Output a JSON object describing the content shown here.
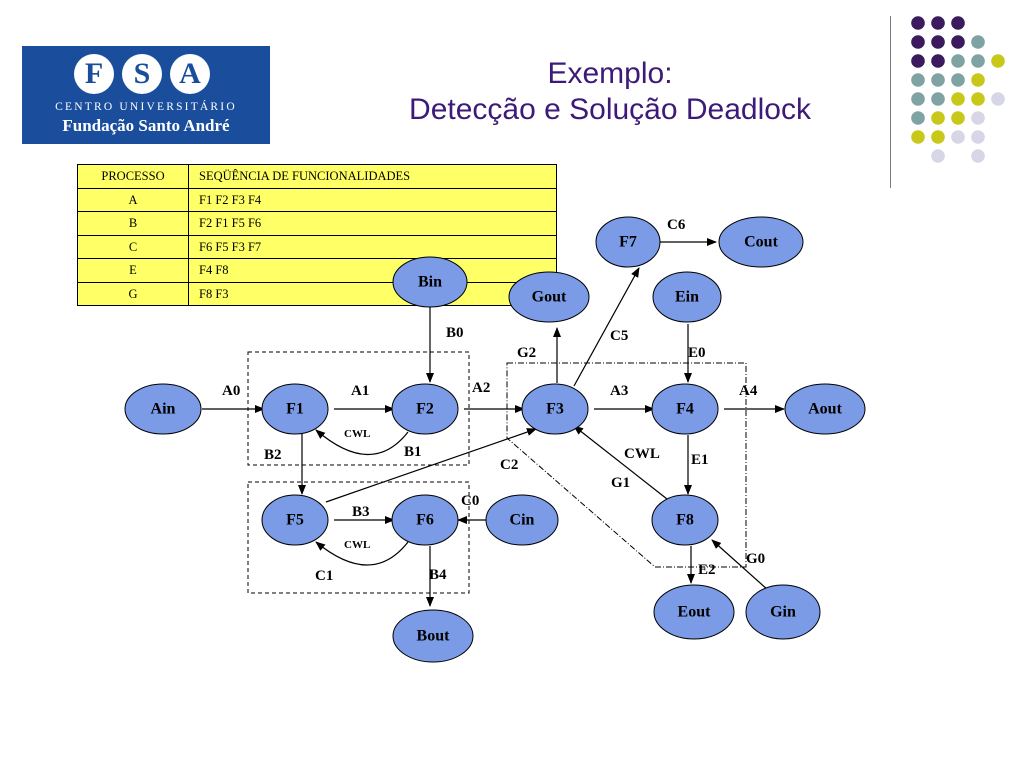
{
  "logo": {
    "letters": [
      "F",
      "S",
      "A"
    ],
    "line1": "CENTRO UNIVERSITÁRIO",
    "line2": "Fundação Santo André"
  },
  "title": {
    "line1": "Exemplo:",
    "line2": "Detecção e Solução Deadlock"
  },
  "table": {
    "headers": [
      "PROCESSO",
      "SEQÜÊNCIA DE FUNCIONALIDADES"
    ],
    "rows": [
      {
        "processo": "A",
        "sequencia": "F1   F2   F3   F4"
      },
      {
        "processo": "B",
        "sequencia": "F2   F1   F5   F6"
      },
      {
        "processo": "C",
        "sequencia": "F6   F5   F3   F7"
      },
      {
        "processo": "E",
        "sequencia": "F4   F8"
      },
      {
        "processo": "G",
        "sequencia": "F8   F3"
      }
    ]
  },
  "nodes": {
    "ain": "Ain",
    "f1": "F1",
    "f2": "F2",
    "f3": "F3",
    "f4": "F4",
    "aout": "Aout",
    "bin": "Bin",
    "gout": "Gout",
    "f7": "F7",
    "cout": "Cout",
    "ein": "Ein",
    "f5": "F5",
    "f6": "F6",
    "cin": "Cin",
    "f8": "F8",
    "bout": "Bout",
    "eout": "Eout",
    "gin": "Gin"
  },
  "edge_labels": {
    "a0": "A0",
    "a1": "A1",
    "a2": "A2",
    "a3": "A3",
    "a4": "A4",
    "b0": "B0",
    "b1": "B1",
    "b2": "B2",
    "b3": "B3",
    "b4": "B4",
    "c0": "C0",
    "c1": "C1",
    "c2": "C2",
    "c5": "C5",
    "c6": "C6",
    "e0": "E0",
    "e1": "E1",
    "e2": "E2",
    "g0": "G0",
    "g1": "G1",
    "g2": "G2",
    "cwl_f1f2": "CWL",
    "cwl_f5f6": "CWL",
    "cwl_f3f8": "CWL"
  },
  "colors": {
    "node_fill": "#7b9be6",
    "table_fill": "#ffff66",
    "title": "#3d1a78",
    "logo_bg": "#1a4e9c",
    "dot_purple": "#3b1a5e",
    "dot_teal": "#7fa3a3",
    "dot_yellow": "#c8c81a",
    "dot_lavender": "#d6d6e6"
  }
}
